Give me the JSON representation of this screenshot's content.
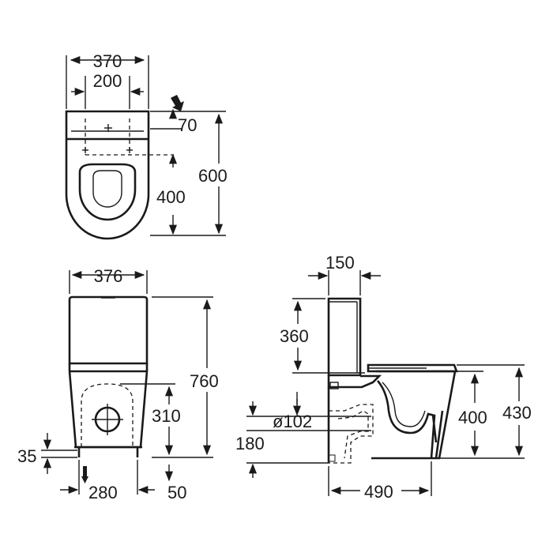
{
  "dimensions": {
    "top_width_outer": "370",
    "top_width_inner": "200",
    "top_inlet_offset": "70",
    "top_depth": "600",
    "top_outlet_depth": "400",
    "front_width": "376",
    "front_height": "760",
    "front_outlet_height": "310",
    "front_bottom_offset": "35",
    "front_base_width": "280",
    "front_side_offset": "50",
    "side_tank_depth": "150",
    "side_tank_height": "360",
    "side_outlet_diameter": "ø102",
    "side_outlet_height": "180",
    "side_rim_height": "400",
    "side_seat_height": "430",
    "side_length": "490"
  },
  "colors": {
    "ink": "#1a1a1a",
    "background": "#ffffff"
  },
  "icons": {
    "inlet": "water-inlet-arrow-icon"
  }
}
